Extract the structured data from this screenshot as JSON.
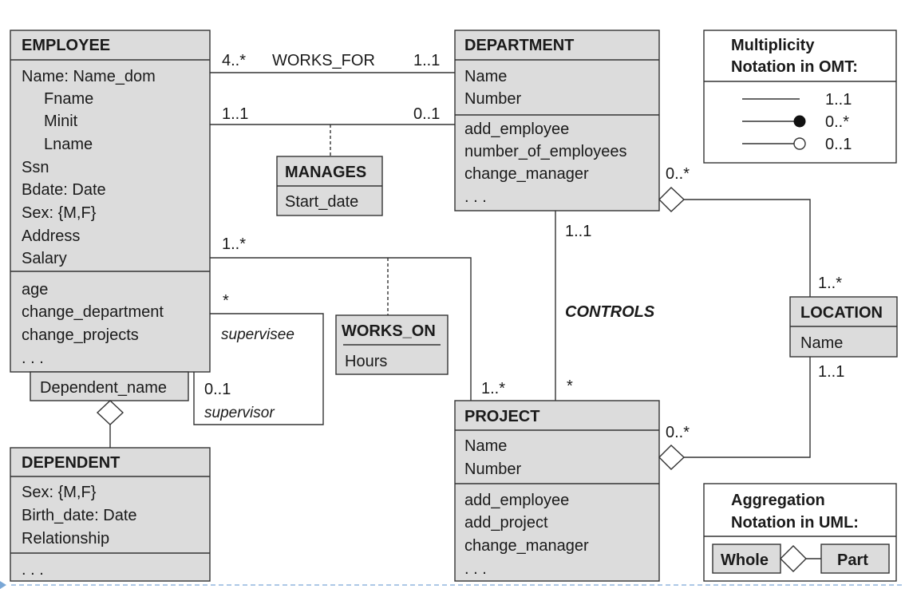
{
  "employee": {
    "title": "EMPLOYEE",
    "attributes": [
      "Name: Name_dom",
      "Fname",
      "Minit",
      "Lname",
      "Ssn",
      "Bdate: Date",
      "Sex: {M,F}",
      "Address",
      "Salary"
    ],
    "operations": [
      "age",
      "change_department",
      "change_projects",
      ". . ."
    ],
    "qualifier": "Dependent_name"
  },
  "department": {
    "title": "DEPARTMENT",
    "attributes": [
      "Name",
      "Number"
    ],
    "operations": [
      "add_employee",
      "number_of_employees",
      "change_manager",
      ". . ."
    ]
  },
  "project": {
    "title": "PROJECT",
    "attributes": [
      "Name",
      "Number"
    ],
    "operations": [
      "add_employee",
      "add_project",
      "change_manager",
      ". . ."
    ]
  },
  "dependent": {
    "title": "DEPENDENT",
    "attributes": [
      "Sex: {M,F}",
      "Birth_date: Date",
      "Relationship"
    ],
    "operations": [
      ". . ."
    ]
  },
  "location": {
    "title": "LOCATION",
    "attributes": [
      "Name"
    ]
  },
  "manages": {
    "title": "MANAGES",
    "attribute": "Start_date"
  },
  "works_on": {
    "title": "WORKS_ON",
    "attribute": "Hours"
  },
  "relationships": {
    "works_for": {
      "label": "WORKS_FOR",
      "employee_mult": "4..*",
      "department_mult": "1..1"
    },
    "manages": {
      "employee_mult": "1..1",
      "department_mult": "0..1"
    },
    "works_on": {
      "employee_mult": "1..*",
      "project_mult": "1..*"
    },
    "supervision": {
      "supervisee_mult": "*",
      "supervisee_role": "supervisee",
      "supervisor_mult": "0..1",
      "supervisor_role": "supervisor"
    },
    "controls": {
      "label": "CONTROLS",
      "department_mult": "1..1",
      "project_mult": "*"
    },
    "dept_location": {
      "department_mult": "0..*",
      "location_mult": "1..*"
    },
    "project_location": {
      "project_mult": "0..*",
      "location_mult": "1..1"
    }
  },
  "legend_multiplicity": {
    "title_line1": "Multiplicity",
    "title_line2": "Notation in OMT:",
    "items": [
      "1..1",
      "0..*",
      "0..1"
    ]
  },
  "legend_aggregation": {
    "title_line1": "Aggregation",
    "title_line2": "Notation in UML:",
    "whole": "Whole",
    "part": "Part"
  }
}
